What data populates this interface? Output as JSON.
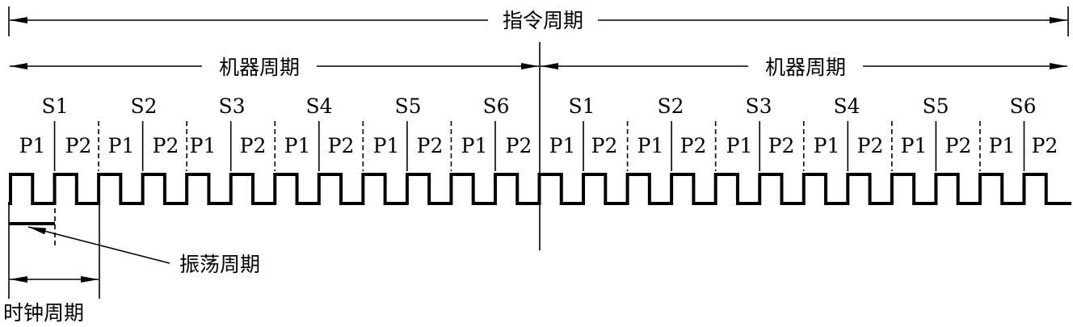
{
  "instruction_cycle_label": "指令周期",
  "machine_cycle_labels": [
    "机器周期",
    "机器周期"
  ],
  "states": [
    "S1",
    "S2",
    "S3",
    "S4",
    "S5",
    "S6"
  ],
  "phases": [
    "P1",
    "P2"
  ],
  "oscillation_period_label": "振荡周期",
  "clock_period_label": "时钟周期"
}
